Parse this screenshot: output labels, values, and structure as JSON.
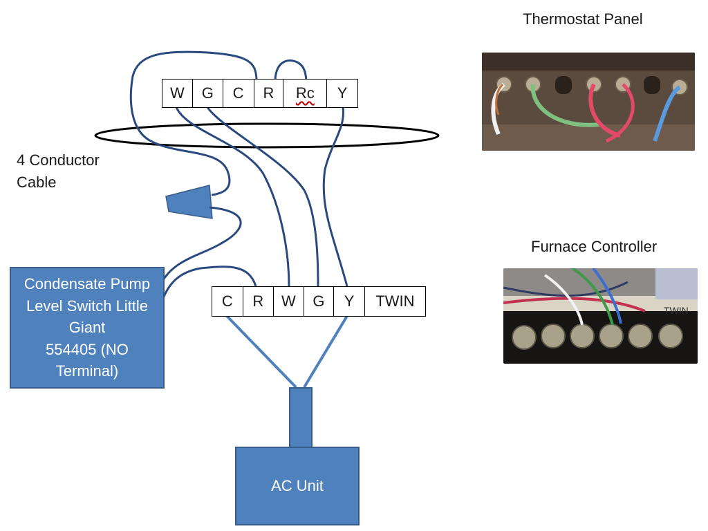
{
  "thermostat_terminals": [
    "W",
    "G",
    "C",
    "R",
    "Rc",
    "Y"
  ],
  "furnace_terminals": [
    "C",
    "R",
    "W",
    "G",
    "Y",
    "TWIN"
  ],
  "cable_label_line1": "4 Conductor",
  "cable_label_line2": "Cable",
  "pump_box_lines": [
    "Condensate Pump",
    "Level Switch Little",
    "Giant",
    "554405 (NO",
    "Terminal)"
  ],
  "ac_unit_label": "AC Unit",
  "thermostat_photo_title": "Thermostat Panel",
  "furnace_photo_title": "Furnace Controller",
  "photo_label_twin": "TWIN",
  "colors": {
    "wire": "#2a4a7f",
    "box_fill": "#4f81bd",
    "box_border": "#385d8a"
  }
}
